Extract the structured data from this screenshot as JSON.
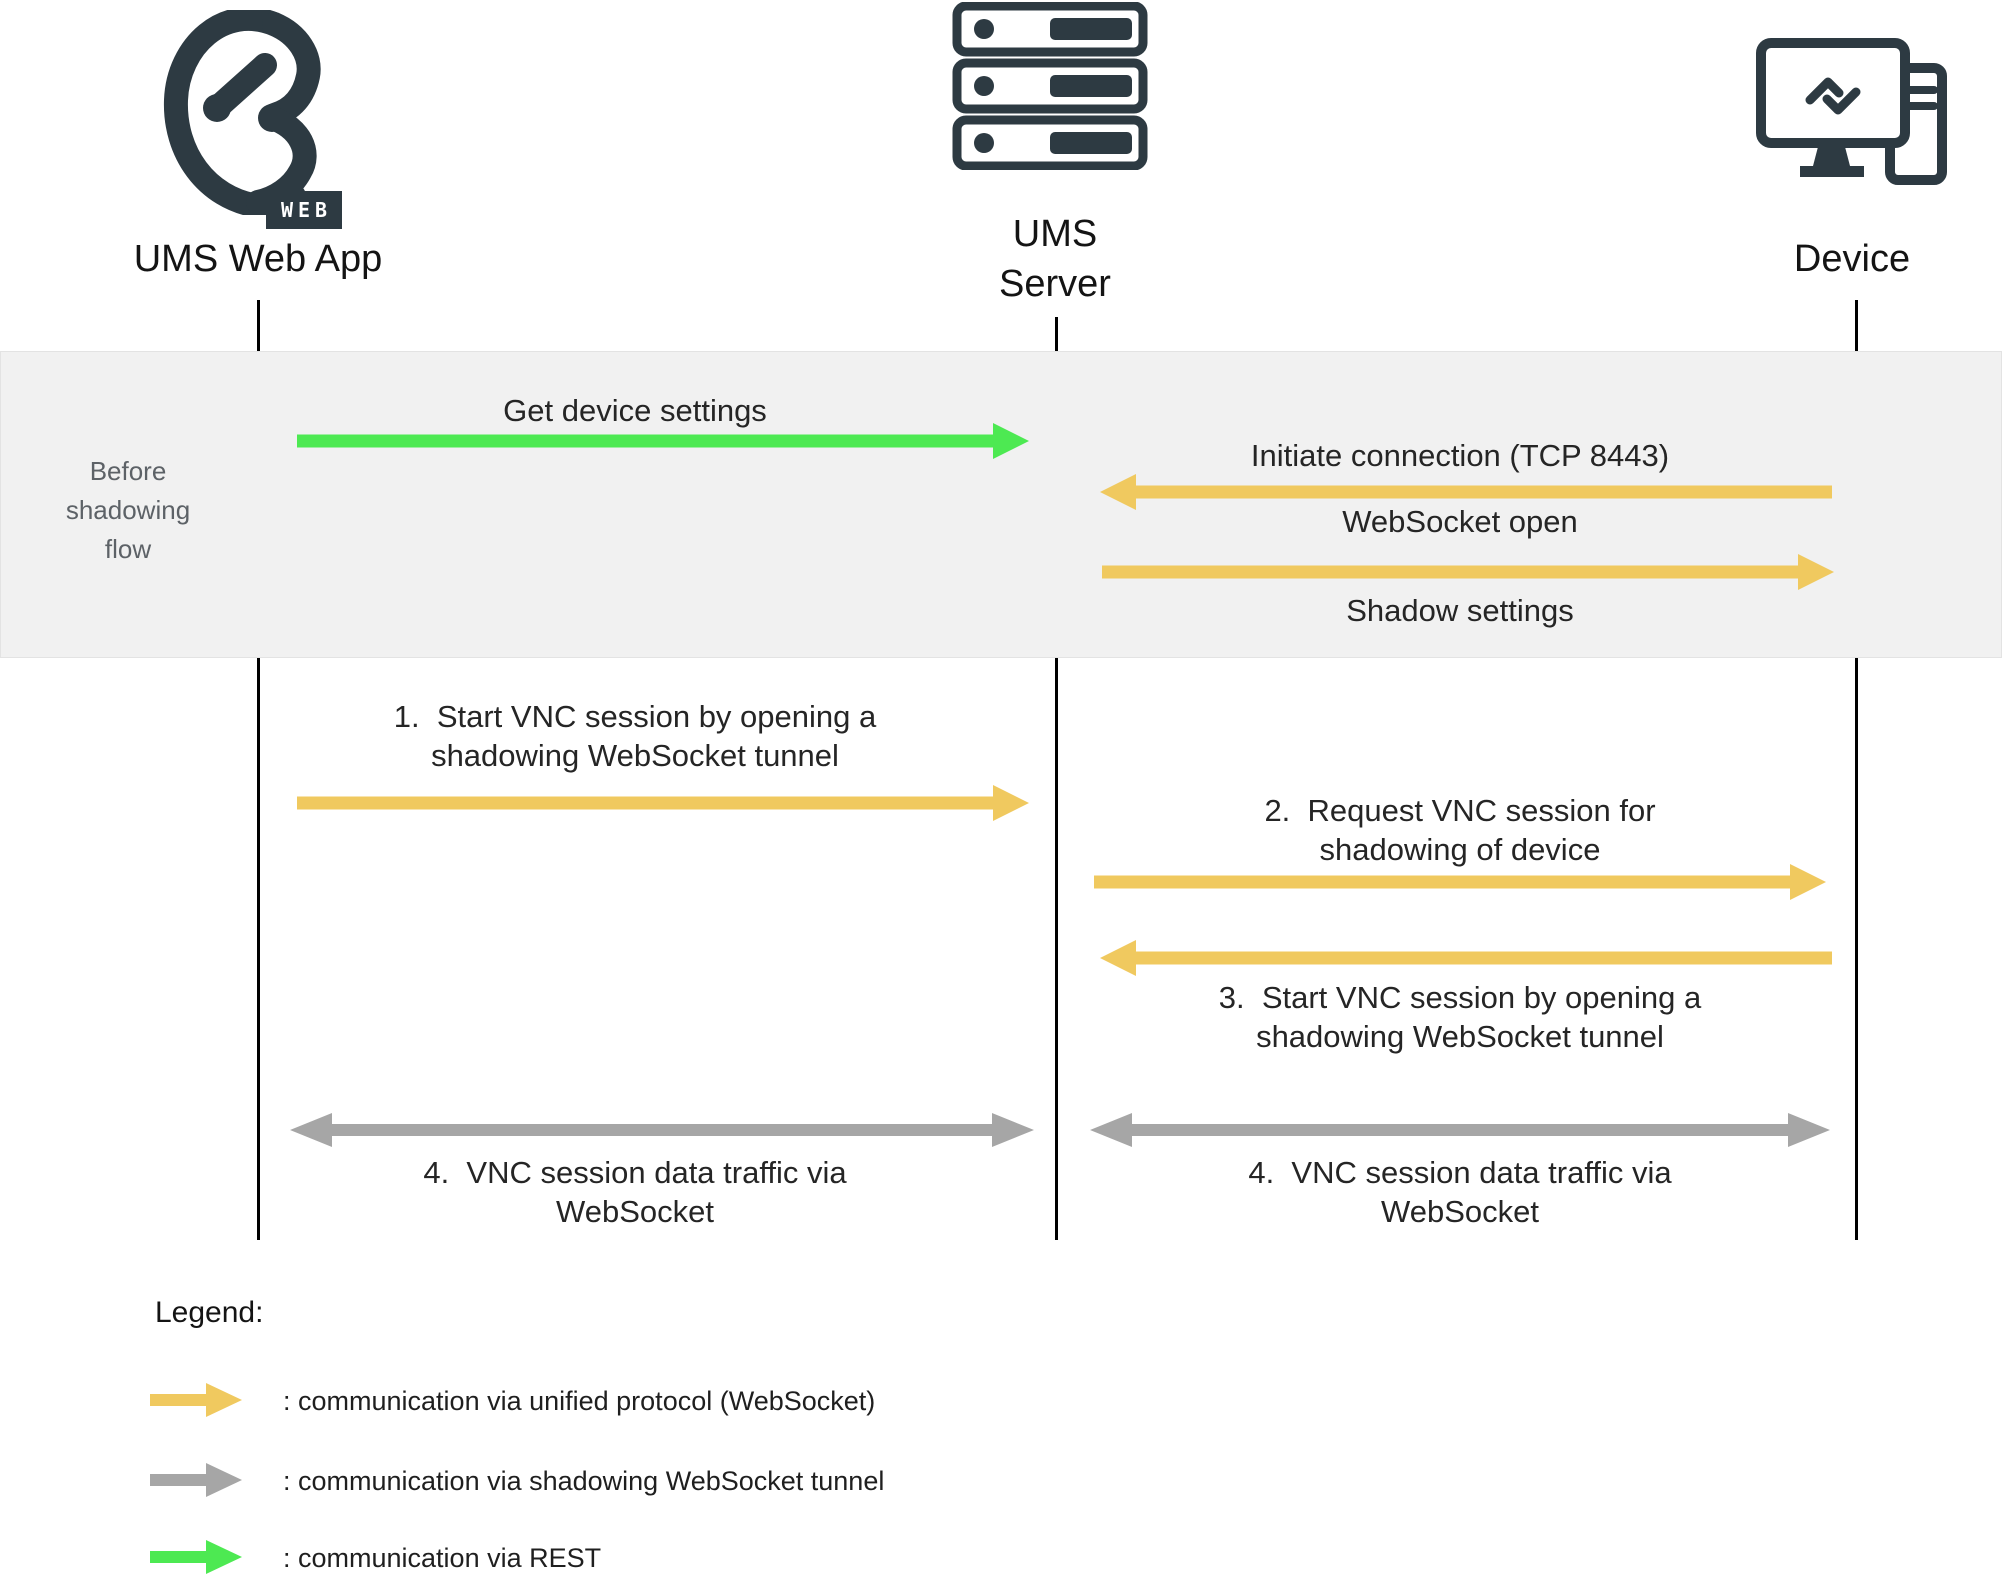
{
  "actors": [
    {
      "id": "ums-web-app",
      "label": "UMS Web App",
      "badge": "WEB"
    },
    {
      "id": "ums-server",
      "label": "UMS\nServer"
    },
    {
      "id": "device",
      "label": "Device"
    }
  ],
  "band": {
    "label": "Before\nshadowing\nflow"
  },
  "messages": {
    "get_device_settings": "Get device settings",
    "initiate_connection": "Initiate connection (TCP 8443)",
    "websocket_open": "WebSocket open",
    "shadow_settings": "Shadow settings",
    "step1": "1.  Start VNC session by opening a\nshadowing WebSocket tunnel",
    "step2": "2.  Request VNC session for\nshadowing of device",
    "step3": "3.  Start VNC session by opening a\nshadowing WebSocket tunnel",
    "step4_left": "4.  VNC session data traffic via\nWebSocket",
    "step4_right": "4.  VNC session data traffic via\nWebSocket"
  },
  "legend": {
    "title": "Legend:",
    "items": [
      {
        "id": "unified-protocol",
        "label": ": communication via unified protocol (WebSocket)",
        "color": "#F0C95F"
      },
      {
        "id": "shadowing-tunnel",
        "label": ": communication via shadowing WebSocket tunnel",
        "color": "#A6A6A6"
      },
      {
        "id": "rest",
        "label": ": communication via REST",
        "color": "#4DE952"
      }
    ]
  },
  "colors": {
    "unified_protocol": "#F0C95F",
    "shadowing_tunnel": "#A6A6A6",
    "rest": "#4DE952",
    "icon_dark": "#2D3A42",
    "band_background": "#F1F1F1"
  }
}
